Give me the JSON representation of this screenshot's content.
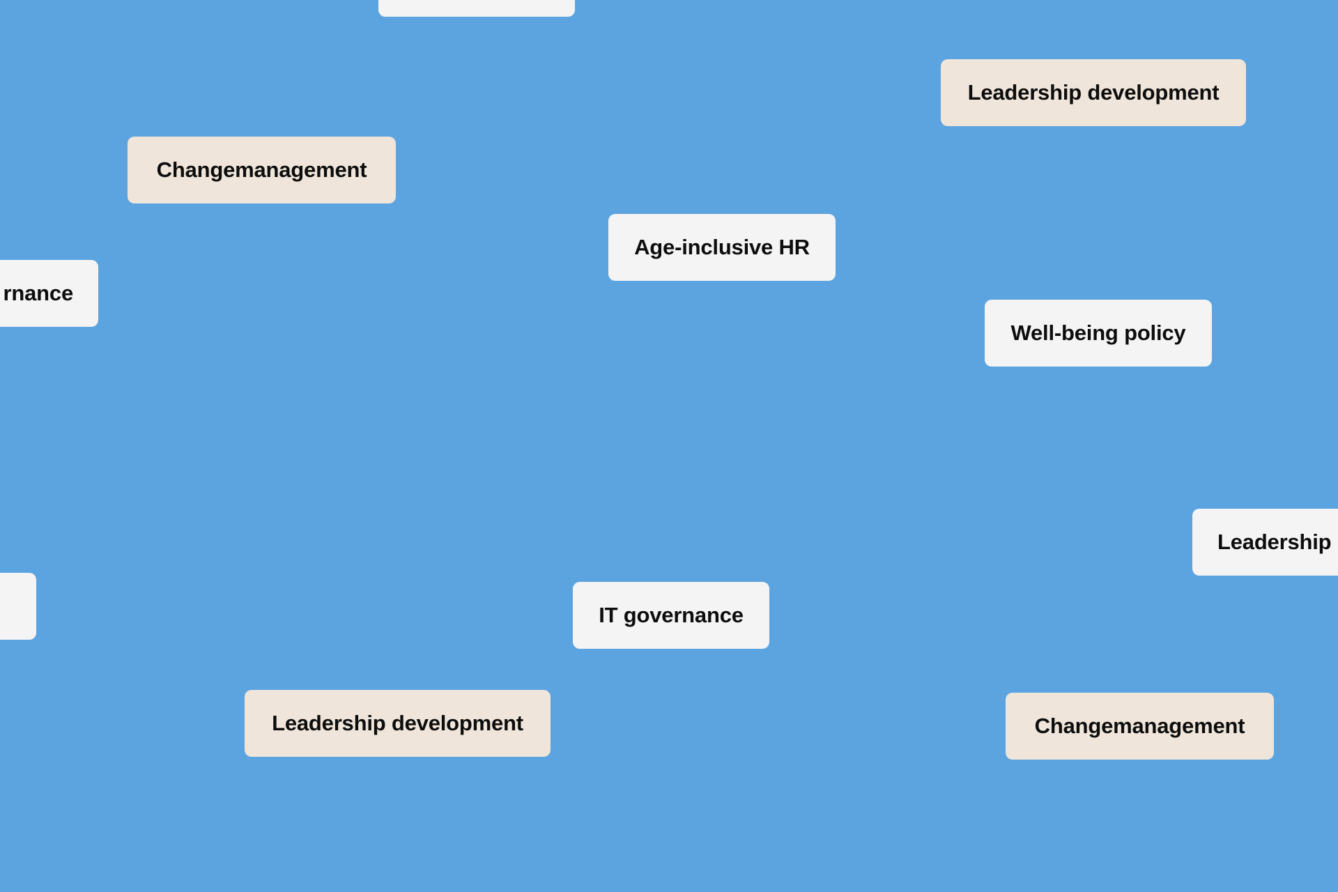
{
  "background_color": "#5ca4e0",
  "tag_colors": {
    "light": "#f4f4f4",
    "beige": "#efe5da",
    "text": "#0d0d0d"
  },
  "tags": [
    {
      "label": "",
      "style": "light",
      "partially_visible": true
    },
    {
      "label": "Leadership development",
      "style": "beige"
    },
    {
      "label": "Changemanagement",
      "style": "beige"
    },
    {
      "label": "Age-inclusive HR",
      "style": "light"
    },
    {
      "label": "rnance",
      "style": "light",
      "partially_visible": true
    },
    {
      "label": "Well-being policy",
      "style": "light"
    },
    {
      "label": "Leadership",
      "style": "light",
      "partially_visible": true
    },
    {
      "label": "",
      "style": "light",
      "partially_visible": true
    },
    {
      "label": "IT governance",
      "style": "light"
    },
    {
      "label": "Leadership development",
      "style": "beige"
    },
    {
      "label": "Changemanagement",
      "style": "beige"
    }
  ]
}
